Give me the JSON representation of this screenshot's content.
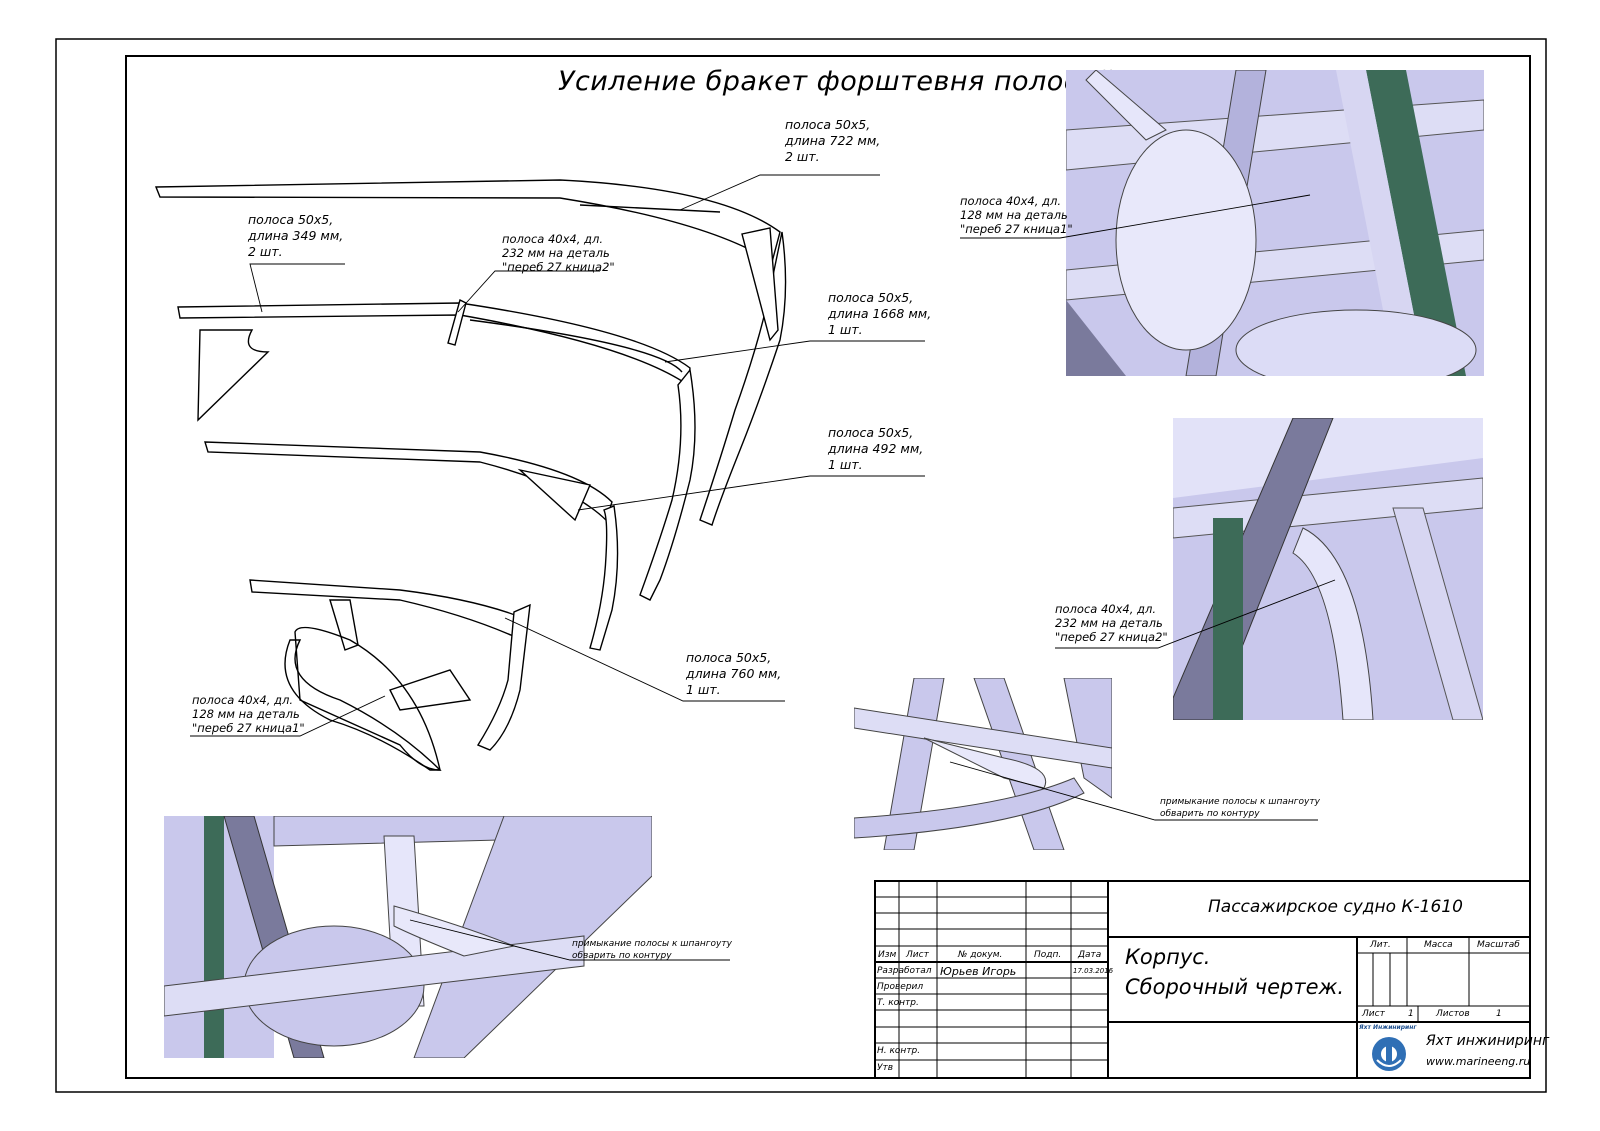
{
  "drawing": {
    "title": "Усиление бракет форштевня полосой",
    "callouts": {
      "c1": [
        "полоса 50x5,",
        "длина 722 мм,",
        "2 шт."
      ],
      "c2": [
        "полоса 50x5,",
        "длина 349 мм,",
        "2 шт."
      ],
      "c3": [
        "полоса 40x4, дл.",
        "232 мм на деталь",
        "\"переб 27 кница2\""
      ],
      "c4": [
        "полоса 50x5,",
        "длина 1668 мм,",
        "1 шт."
      ],
      "c5": [
        "полоса 50x5,",
        "длина 492 мм,",
        "1 шт."
      ],
      "c6": [
        "полоса 50x5,",
        "длина 760 мм,",
        "1 шт."
      ],
      "c7": [
        "полоса 40x4, дл.",
        "128 мм на деталь",
        "\"переб 27 кница1\""
      ]
    }
  },
  "details": {
    "top_right": [
      "полоса 40x4, дл.",
      "128 мм на деталь",
      "\"переб 27 кница1\""
    ],
    "mid_right": [
      "полоса 40x4, дл.",
      "232 мм на деталь",
      "\"переб 27 кница2\""
    ],
    "joint_right": [
      "примыкание полосы к шпангоуту",
      "обварить по контуру"
    ],
    "joint_left": [
      "примыкание полосы к шпангоуту",
      "обварить по контуру"
    ]
  },
  "title_block": {
    "project": "Пассажирское судно К-1610",
    "name_line1": "Корпус.",
    "name_line2": "Сборочный чертеж.",
    "headers": {
      "izm": "Изм",
      "list": "Лист",
      "doc": "№ докум.",
      "sign": "Подп.",
      "date": "Дата"
    },
    "rows": {
      "developed": "Разработал",
      "checked": "Проверил",
      "tcontrol": "Т. контр.",
      "ncontrol": "Н. контр.",
      "approved": "Утв"
    },
    "developer": "Юрьев Игорь",
    "date": "17.03.2016",
    "lit": "Лит.",
    "mass": "Масса",
    "scale": "Масштаб",
    "sheet_label": "Лист",
    "sheet_no": "1",
    "sheets_label": "Листов",
    "sheets_no": "1",
    "logo_text": "Яхт Инжиниринг",
    "company": "Яхт инжиниринг",
    "website": "www.marineeng.ru"
  },
  "colors": {
    "line": "#000000",
    "shade": "#c9c8ec",
    "shade_dark": "#7a7a9c",
    "green": "#3d6b58"
  }
}
